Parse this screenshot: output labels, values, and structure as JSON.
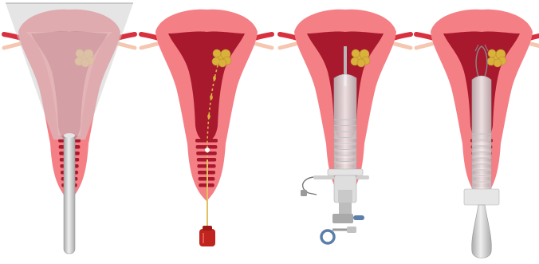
{
  "figure": {
    "panel_count": 4,
    "colors": {
      "uterus_wall": "#f47f85",
      "uterus_cavity": "#a8192e",
      "tube_red": "#d8303f",
      "ovary_pink": "#f5c6b0",
      "polyp_yellow": "#d9b13b",
      "instrument_gray": "#d8d8d8",
      "instrument_dark": "#9a9a9a",
      "ring_blue": "#5b7faa",
      "bottle_red": "#c0241e"
    },
    "panels": [
      {
        "name": "panel-1",
        "instruments": [
          "translucent-cone-overlay",
          "straight-gray-probe"
        ]
      },
      {
        "name": "panel-2",
        "instruments": [
          "thin-catheter",
          "red-bulb"
        ]
      },
      {
        "name": "panel-3",
        "instruments": [
          "hysteroscope-sheath",
          "hysteroscope-handle",
          "blue-ring-connector"
        ]
      },
      {
        "name": "panel-4",
        "instruments": [
          "wire-loop-sheath",
          "tapered-handle"
        ]
      }
    ]
  }
}
